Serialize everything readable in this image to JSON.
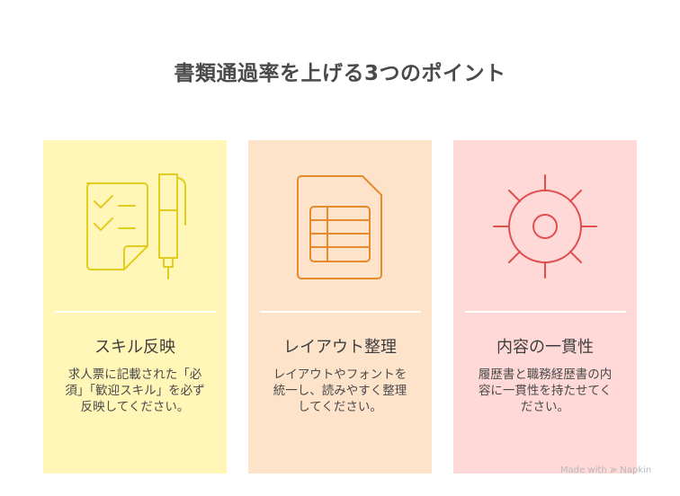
{
  "title": "書類通過率を上げる3つのポイント",
  "cards": [
    {
      "icon": "checklist-pen-icon",
      "background": "#FFF6B8",
      "accent": "#E2CC1F",
      "heading": "スキル反映",
      "body": "求人票に記載された「必須」「歓迎スキル」を必ず反映してください。"
    },
    {
      "icon": "spreadsheet-document-icon",
      "background": "#FEE3CB",
      "accent": "#E68A2E",
      "heading": "レイアウト整理",
      "body": "レイアウトやフォントを統一し、読みやすく整理してください。"
    },
    {
      "icon": "sun-target-icon",
      "background": "#FFD8D8",
      "accent": "#E04E4E",
      "heading": "内容の一貫性",
      "body": "履歴書と職務経歴書の内容に一貫性を持たせてください。"
    }
  ],
  "watermark": "Made with ≽ Napkin"
}
